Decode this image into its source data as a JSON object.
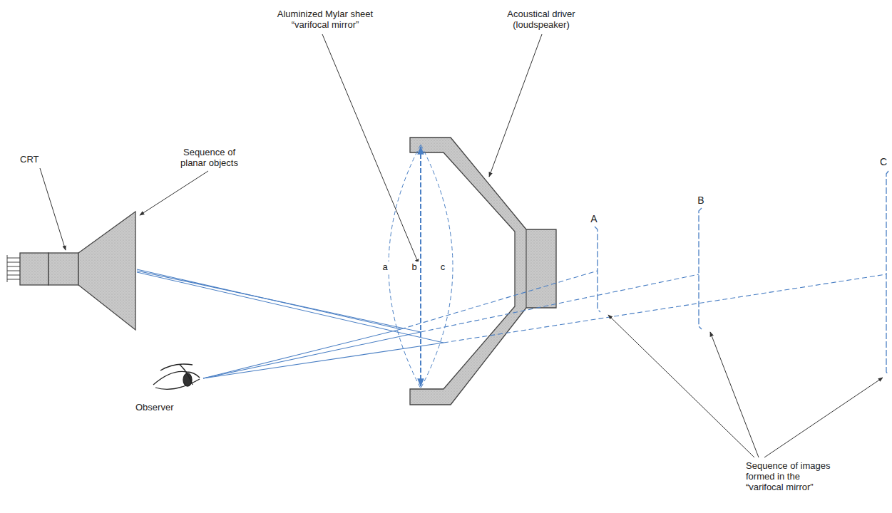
{
  "diagram": {
    "labels": [
      "CRT",
      "Sequence of planar objects",
      "Aluminized Mylar sheet “varifocal mirror”",
      "Acoustical driver (loudspeaker)",
      "a",
      "b",
      "c",
      "A",
      "B",
      "C",
      "Observer",
      "Sequence of images formed in the “varifocal mirror”"
    ]
  }
}
